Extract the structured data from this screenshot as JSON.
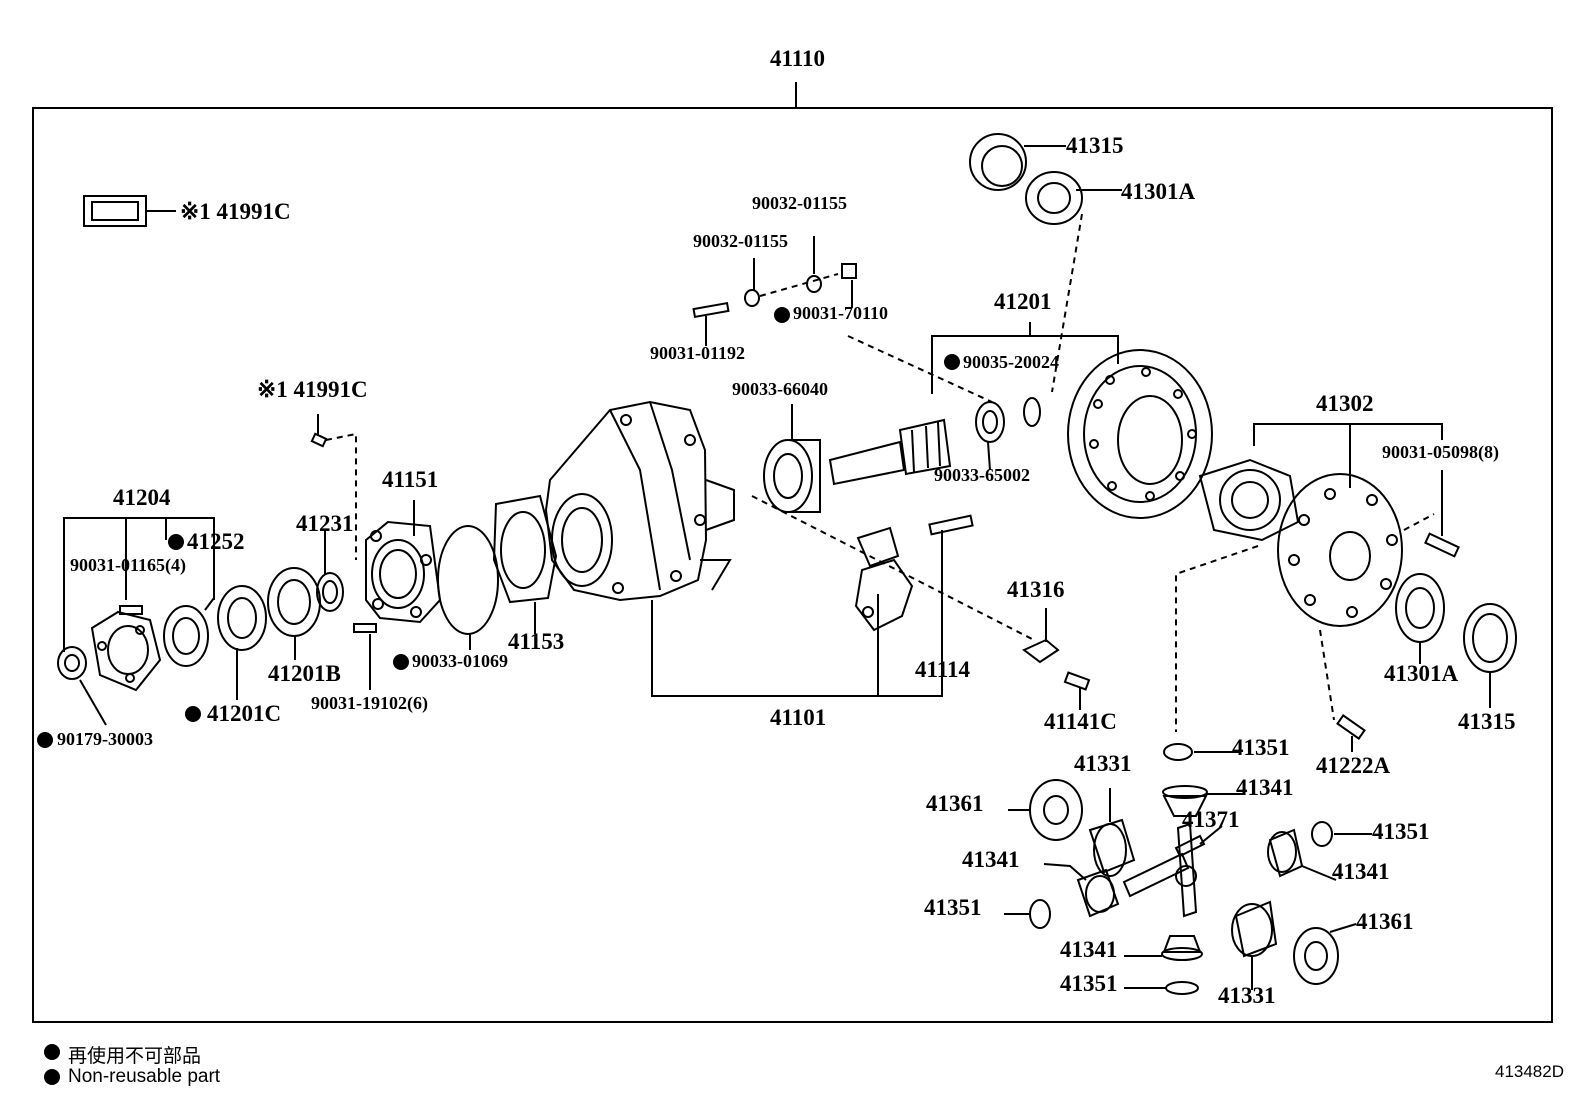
{
  "diagram": {
    "assembly_number": "41110",
    "figure_code": "413482D",
    "legend": {
      "japanese": "再使用不可部品",
      "english": "Non-reusable part"
    },
    "labels": {
      "l_41991c_a": "※1 41991C",
      "l_41991c_b": "※1 41991C",
      "l_41204": "41204",
      "l_41252": "41252",
      "l_90031_01165": "90031-01165(4)",
      "l_90179": "90179-30003",
      "l_41201c": "41201C",
      "l_41201b": "41201B",
      "l_41231": "41231",
      "l_41151": "41151",
      "l_90031_19102": "90031-19102(6)",
      "l_90033_01069": "90033-01069",
      "l_41153": "41153",
      "l_90031_01192": "90031-01192",
      "l_90032_01155_a": "90032-01155",
      "l_90032_01155_b": "90032-01155",
      "l_90031_70110": "90031-70110",
      "l_90033_66040": "90033-66040",
      "l_41201": "41201",
      "l_90035_20024": "90035-20024",
      "l_90033_65002": "90033-65002",
      "l_41315_a": "41315",
      "l_41301a_a": "41301A",
      "l_41302": "41302",
      "l_90031_05098": "90031-05098(8)",
      "l_41316": "41316",
      "l_41114": "41114",
      "l_41101": "41101",
      "l_41141c": "41141C",
      "l_41301a_b": "41301A",
      "l_41315_b": "41315",
      "l_41222a": "41222A",
      "l_41351_a": "41351",
      "l_41331_a": "41331",
      "l_41341_a": "41341",
      "l_41361_a": "41361",
      "l_41371": "41371",
      "l_41351_b": "41351",
      "l_41341_b": "41341",
      "l_41341_c": "41341",
      "l_41351_c": "41351",
      "l_41361_b": "41361",
      "l_41341_d": "41341",
      "l_41351_d": "41351",
      "l_41331_b": "41331"
    }
  }
}
